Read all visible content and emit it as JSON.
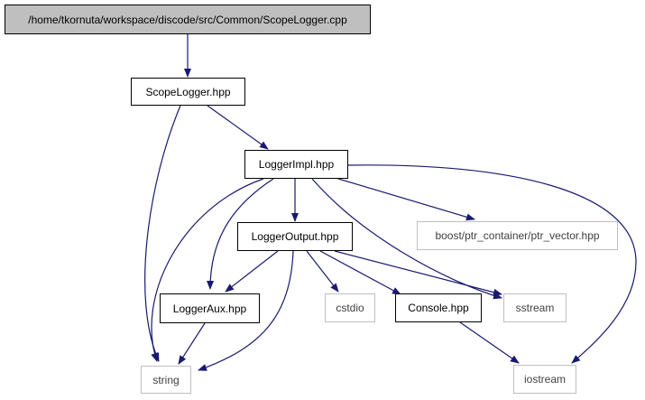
{
  "graph": {
    "colors": {
      "edge": "#191970",
      "root_fill": "#bfbfbf",
      "external_border": "#bfbfbf",
      "local_border": "#000000"
    },
    "nodes": {
      "root": {
        "label": "/home/tkornuta/workspace/discode/src/Common/ScopeLogger.cpp"
      },
      "scope_logger": {
        "label": "ScopeLogger.hpp"
      },
      "logger_impl": {
        "label": "LoggerImpl.hpp"
      },
      "logger_output": {
        "label": "LoggerOutput.hpp"
      },
      "ptr_vector": {
        "label": "boost/ptr_container/ptr_vector.hpp"
      },
      "logger_aux": {
        "label": "LoggerAux.hpp"
      },
      "cstdio": {
        "label": "cstdio"
      },
      "console": {
        "label": "Console.hpp"
      },
      "sstream": {
        "label": "sstream"
      },
      "string": {
        "label": "string"
      },
      "iostream": {
        "label": "iostream"
      }
    }
  }
}
